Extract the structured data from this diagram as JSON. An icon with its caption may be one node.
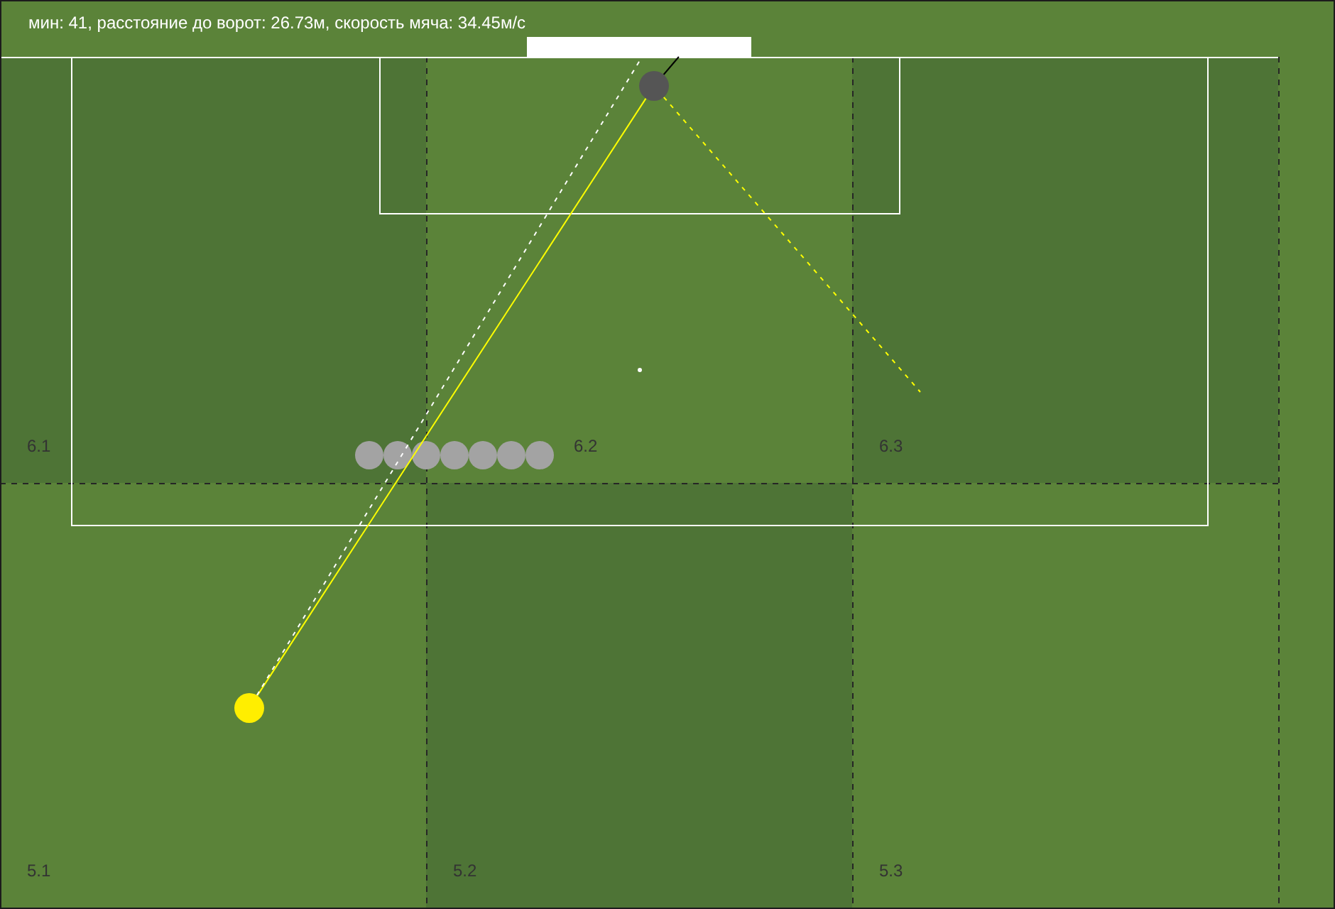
{
  "diagram": {
    "title": "мин: 41, расстояние до ворот: 26.73м, скорость мяча: 34.45м/с",
    "nodes": [
      {
        "text": [],
        "shape": "bar"
      },
      {
        "text": [],
        "shape": "circle"
      },
      {
        "text": [],
        "shape": "circle"
      }
    ],
    "edges": [
      {
        "from": 2,
        "to": 1,
        "arrow": "none"
      },
      {
        "from": 2,
        "to": 0,
        "arrow": "none",
        "style": "dashed",
        "color": "#ffffff"
      },
      {
        "from": 1,
        "to": null,
        "arrow": "none",
        "style": "dashed"
      },
      {
        "from": 1,
        "to": 0,
        "arrow": "none",
        "color": "#000000"
      }
    ],
    "labels": [
      "6.1",
      "6.2",
      "6.3",
      "5.1",
      "5.2",
      "5.3"
    ]
  }
}
